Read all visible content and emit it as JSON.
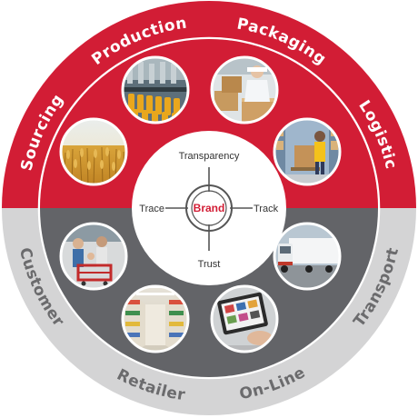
{
  "colors": {
    "red": "#d21d35",
    "red_dark": "#b5162b",
    "gray_dark": "#636468",
    "gray_light": "#d4d4d5",
    "white": "#ffffff",
    "text_gray": "#6b6b6d"
  },
  "center": {
    "top": "Transparency",
    "left": "Trace",
    "middle": "Brand",
    "right": "Track",
    "bottom": "Trust"
  },
  "upper_labels": {
    "sourcing": "Sourcing",
    "production": "Production",
    "packaging": "Packaging",
    "logistic": "Logistic"
  },
  "lower_labels": {
    "customer": "Customer",
    "retailer": "Retailer",
    "online": "On-Line",
    "transport": "Transport"
  },
  "photos": {
    "sourcing": "wheat-field-photo",
    "production": "bottling-line-photo",
    "packaging": "packaging-worker-photo",
    "logistic": "warehouse-pallet-photo",
    "customer": "family-shopping-cart-photo",
    "retailer": "supermarket-aisle-photo",
    "online": "tablet-shopping-photo",
    "transport": "truck-photo"
  }
}
